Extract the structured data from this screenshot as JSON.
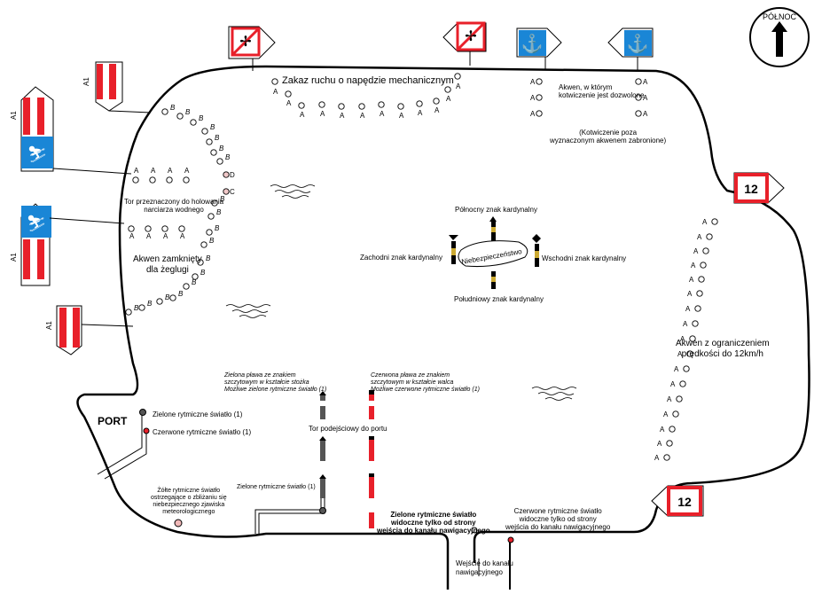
{
  "compass": {
    "label": "PÓŁNOC"
  },
  "labels": {
    "no_engine": "Zakaz ruchu o napędzie mechanicznym",
    "anchor_zone_1": "Akwen, w którym",
    "anchor_zone_2": "kotwiczenie jest dozwolone",
    "anchor_note_1": "(Kotwiczenie poza",
    "anchor_note_2": "wyznaczonym akwenem zabronione)",
    "ski_1": "Tor przeznaczony do holowania",
    "ski_2": "narciarza wodnego",
    "closed_1": "Akwen zamknięty",
    "closed_2": "dla żeglugi",
    "north_card": "Północny znak kardynalny",
    "west_card": "Zachodni znak kardynalny",
    "east_card": "Wschodni znak kardynalny",
    "south_card": "Południowy znak kardynalny",
    "danger": "Niebezpieczeństwo",
    "speed_1": "Akwen z ograniczeniem",
    "speed_2": "prędkości do 12km/h",
    "green_buoy_1": "Zielona pława ze znakiem",
    "green_buoy_2": "szczytowym w kształcie stożka",
    "green_buoy_3": "Możliwe zielone rytmiczne światło (1)",
    "red_buoy_1": "Czerwona pława ze znakiem",
    "red_buoy_2": "szczytowym w kształcie walca",
    "red_buoy_3": "Możliwe czerwone rytmiczne światło (1)",
    "port": "PORT",
    "green_light": "Zielone rytmiczne światło (1)",
    "red_light": "Czerwone rytmiczne światło (1)",
    "fairway": "Tor podejściowy do portu",
    "green_light_2": "Zielone rytmiczne światło (1)",
    "yellow_1": "Żółte rytmiczne światło",
    "yellow_2": "ostrzegające o zbliżaniu się",
    "yellow_3": "niebezpiecznego zjawiska",
    "yellow_4": "meteorologicznego",
    "green_only_1": "Zielone rytmiczne światło",
    "green_only_2": "widoczne tylko od strony",
    "green_only_3": "wejścia do kanału nawigacyjnego",
    "red_only_1": "Czerwone rytmiczne światło",
    "red_only_2": "widoczne tylko od strony",
    "red_only_3": "wejścia do kanału nawigacyjnego",
    "entrance_1": "Wejście do kanału",
    "entrance_2": "nawigacyjnego"
  },
  "sign_codes": {
    "a1": "A1",
    "speed_limit": "12"
  },
  "buoy_letters": {
    "a": "A",
    "b": "B",
    "c": "C",
    "d": "D"
  },
  "colors": {
    "red": "#e8202a",
    "blue": "#1a86d6",
    "green_buoy": "#555555",
    "yellow_light": "#f0b8b8"
  }
}
